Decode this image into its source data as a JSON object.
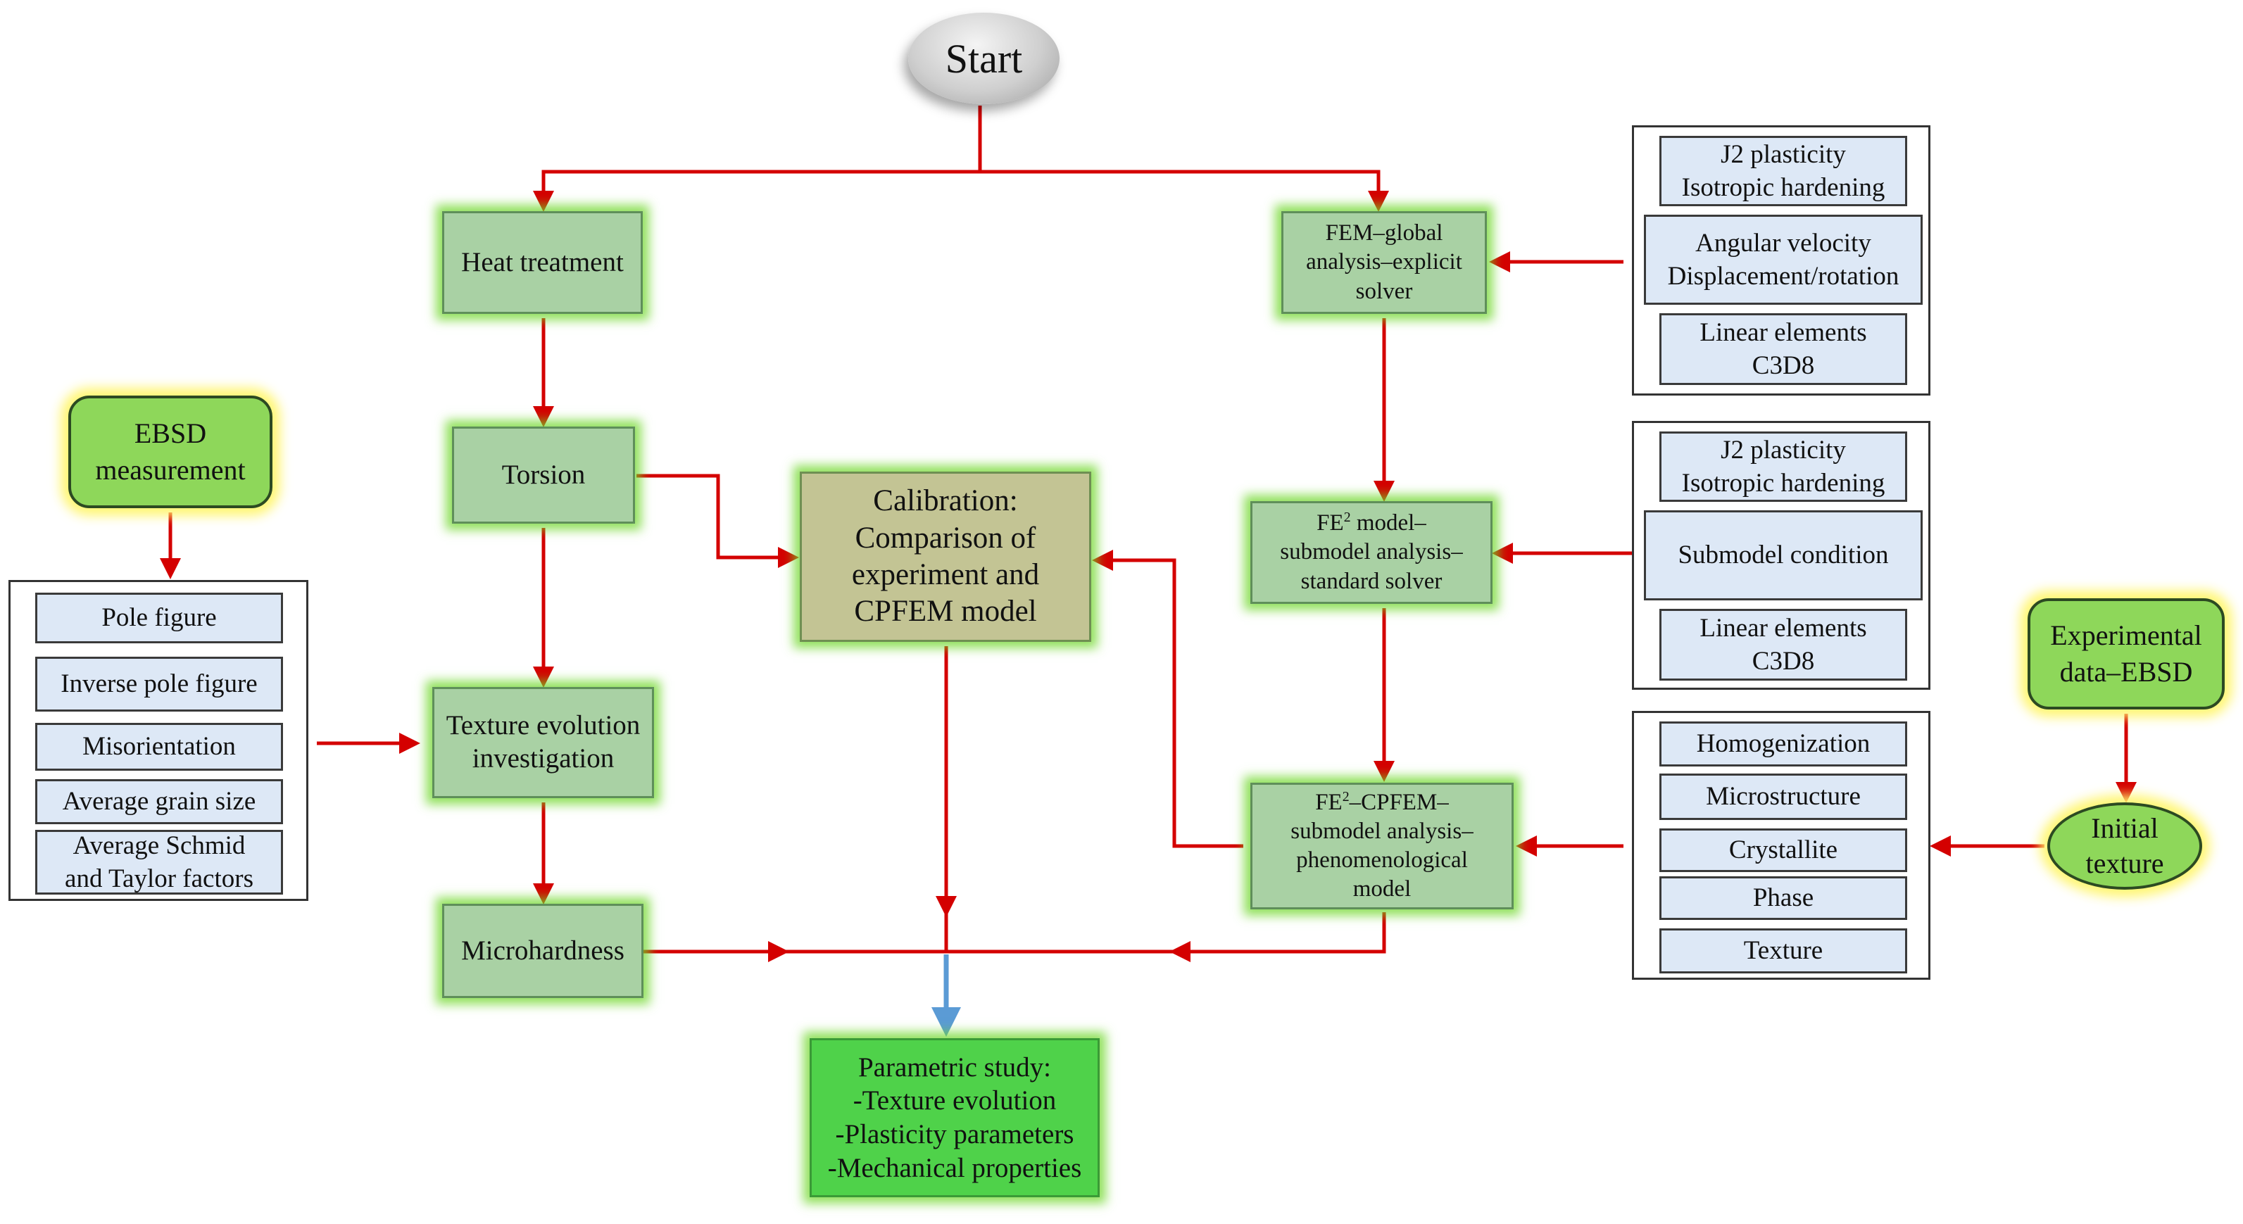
{
  "start": "Start",
  "heat_treatment": "Heat treatment",
  "torsion": "Torsion",
  "texture_evolution": [
    "Texture evolution",
    "investigation"
  ],
  "microhardness": "Microhardness",
  "calibration": [
    "Calibration:",
    "Comparison of",
    "experiment and",
    "CPFEM model"
  ],
  "parametric_study": [
    "Parametric study:",
    "-Texture evolution",
    "-Plasticity parameters",
    "-Mechanical properties"
  ],
  "ebsd_measurement": [
    "EBSD",
    "measurement"
  ],
  "ebsd_items": [
    "Pole figure",
    "Inverse pole figure",
    "Misorientation",
    "Average grain size",
    "Average Schmid",
    "and Taylor factors"
  ],
  "fem_global": [
    "FEM–global",
    "analysis–explicit",
    "solver"
  ],
  "fe2_model": {
    "fe": "FE",
    "sup": "2",
    "rest": " model–",
    "line2": "submodel analysis–",
    "line3": "standard solver"
  },
  "fe2_cpfem": {
    "fe": "FE",
    "sup": "2",
    "rest": "–CPFEM–",
    "line2": "submodel analysis–",
    "line3": "phenomenological",
    "line4": "model"
  },
  "panel1_items": [
    "J2 plasticity",
    "Isotropic hardening",
    "Angular velocity",
    "Displacement/rotation",
    "Linear elements",
    "C3D8"
  ],
  "panel2_items": [
    "J2 plasticity",
    "Isotropic hardening",
    "Submodel condition",
    "Linear elements",
    "C3D8"
  ],
  "panel3_items": [
    "Homogenization",
    "Microstructure",
    "Crystallite",
    "Phase",
    "Texture"
  ],
  "experimental_data": [
    "Experimental",
    "data–EBSD"
  ],
  "initial_texture": [
    "Initial",
    "texture"
  ],
  "colors": {
    "arrow_red": "#d40000",
    "arrow_blue": "#5b9bd5",
    "process_fill": "#a9d1a4",
    "glow_green": "#6ed728",
    "glow_yellow": "#fff56e",
    "item_fill": "#dde8f6"
  }
}
